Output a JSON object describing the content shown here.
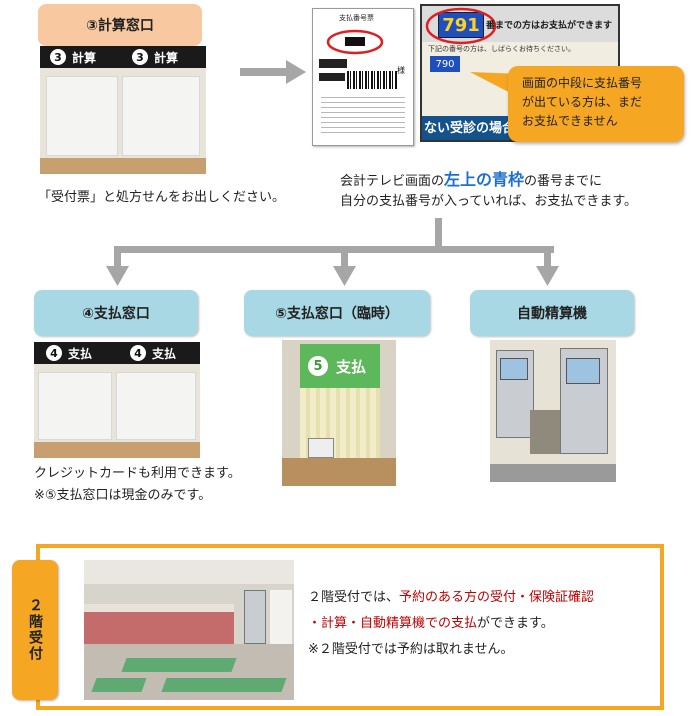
{
  "step_calc": {
    "label": "③計算窓口",
    "sign_num": "3",
    "sign_text": "計算",
    "caption": "「受付票」と処方せんをお出しください。"
  },
  "receipt": {
    "title": "支払番号票",
    "suffix": "様"
  },
  "tv_screen": {
    "number": "791",
    "top_text": "番までの方はお支払ができます",
    "sub_text": "下記の番号の方は、しばらくお待ちください。",
    "mid_number": "790",
    "bottom_text": "ない受診の場合"
  },
  "callout": {
    "line1": "画面の中段に支払番号",
    "line2": "が出ている方は、まだ",
    "line3": "お支払できません"
  },
  "instruction": {
    "line1_pre": "会計テレビ画面の",
    "line1_em": "左上の青枠",
    "line1_post": "の番号までに",
    "line2": "自分の支払番号が入っていれば、お支払できます。"
  },
  "step_pay": {
    "label": "④支払窓口",
    "sign_num": "4",
    "sign_text": "支払",
    "caption1": "クレジットカードも利用できます。",
    "caption2": "※⑤支払窓口は現金のみです。"
  },
  "step_temp": {
    "label": "⑤支払窓口（臨時）",
    "sign_num": "5",
    "sign_text": "支払"
  },
  "step_machine": {
    "label": "自動精算機"
  },
  "second_floor": {
    "side_label": "２階受付",
    "line1_pre": "２階受付では、",
    "line1_red": "予約のある方の受付・保険証確認",
    "line2_red": "・計算・自動精算機での支払",
    "line2_post": "ができます。",
    "line3": "※２階受付では予約は取れません。"
  },
  "colors": {
    "orange": "#f5a623",
    "red": "#c00000",
    "blue_em": "#1f6fd0",
    "label_blue": "#a8d8e4",
    "label_orange": "#f8c8a0"
  }
}
